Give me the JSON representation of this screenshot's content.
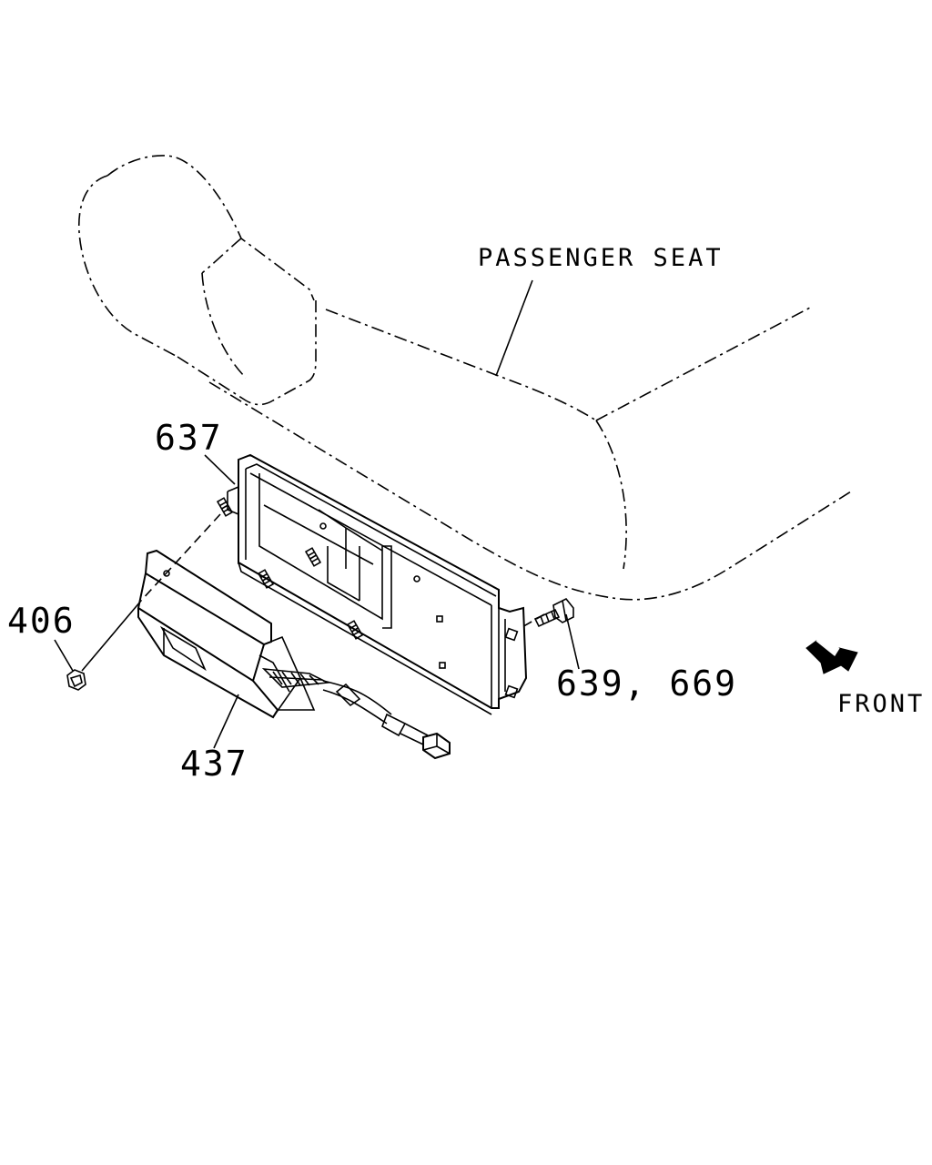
{
  "labels": {
    "passenger_seat": "PASSENGER SEAT",
    "front": "FRONT",
    "part_637": "637",
    "part_406": "406",
    "part_437": "437",
    "part_639_669": "639, 669"
  },
  "colors": {
    "line": "#000000",
    "background": "#ffffff"
  },
  "icons": {
    "front_arrow": "front-arrow-icon"
  }
}
